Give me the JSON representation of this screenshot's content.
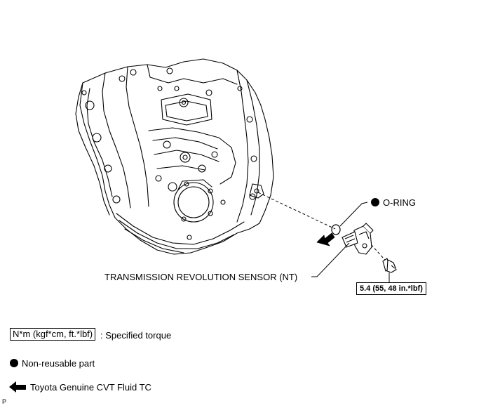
{
  "callouts": {
    "oring_label": "O-RING",
    "sensor_label": "TRANSMISSION REVOLUTION SENSOR (NT)",
    "torque_value": "5.4 (55, 48 in.*lbf)"
  },
  "legend": {
    "torque_unit": "N*m (kgf*cm, ft.*lbf)",
    "torque_desc": ": Specified torque",
    "nonreusable_desc": "Non-reusable part",
    "fluid_desc": "Toyota Genuine CVT Fluid TC"
  },
  "corner_mark": "P"
}
